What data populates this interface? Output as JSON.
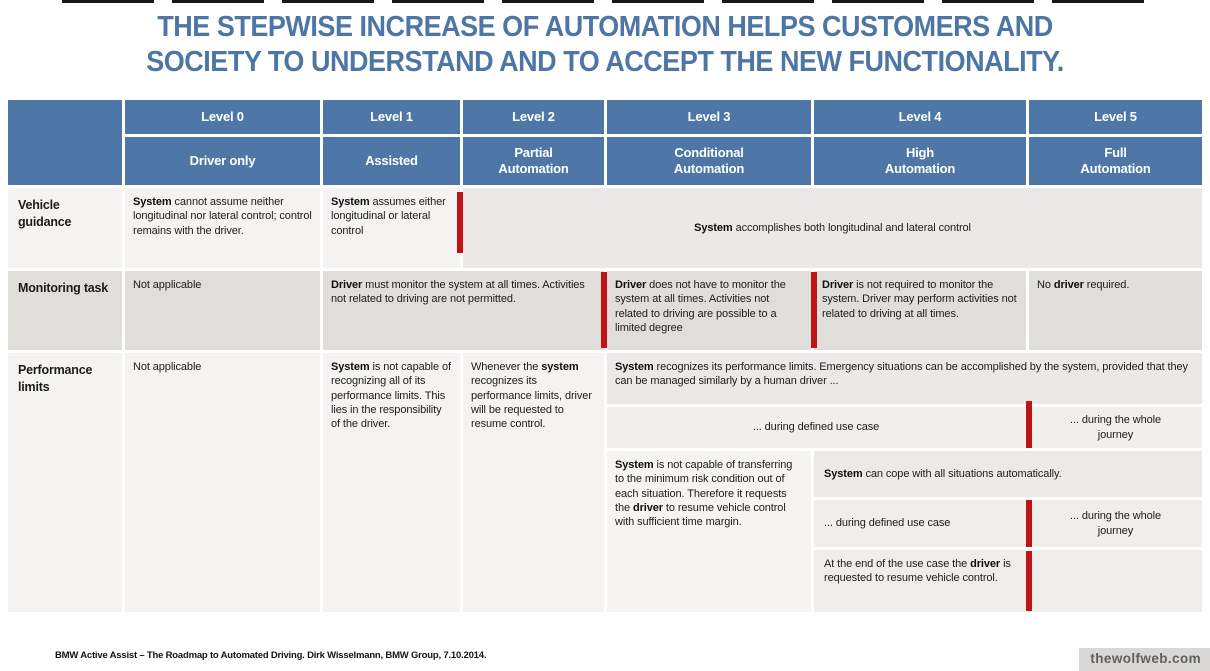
{
  "title": {
    "line1": "THE STEPWISE INCREASE OF AUTOMATION HELPS CUSTOMERS AND",
    "line2": "SOCIETY TO UNDERSTAND AND TO ACCEPT THE NEW FUNCTIONALITY."
  },
  "colors": {
    "title_blue": "#4d76a6",
    "header_blue": "#4e76a7",
    "handover_red": "#bf1317"
  },
  "table": {
    "levels": [
      {
        "level": "Level 0",
        "name": "Driver only"
      },
      {
        "level": "Level 1",
        "name": "Assisted"
      },
      {
        "level": "Level 2",
        "name": "Partial\nAutomation"
      },
      {
        "level": "Level 3",
        "name": "Conditional\nAutomation"
      },
      {
        "level": "Level 4",
        "name": "High\nAutomation"
      },
      {
        "level": "Level 5",
        "name": "Full\nAutomation"
      }
    ],
    "rows": {
      "vehicle_guidance": {
        "label": "Vehicle\nguidance",
        "l0": "**System** cannot assume neither longitudinal nor lateral control; control remains with the driver.",
        "l1": "**System** assumes either longitudinal or lateral control",
        "l2to5": "**System** accomplishes both longitudinal and lateral control"
      },
      "monitoring_task": {
        "label": "Monitoring task",
        "l0": "Not applicable",
        "l1to2": "**Driver** must monitor the system at all times. Activities not related to driving are not permitted.",
        "l3": "**Driver** does not have to monitor the system at all times. Activities not related to driving are possible to a limited degree",
        "l4": "**Driver** is not required to monitor the system. Driver may perform activities not related to driving at all times.",
        "l5": "No **driver** required."
      },
      "performance_limits": {
        "label": "Performance\nlimits",
        "l0": "Not applicable",
        "l1": "**System** is not capable of recognizing all of its performance limits. This lies in the responsibility of the driver.",
        "l2": "Whenever the **system** recognizes its performance limits, driver will be requested to resume control.",
        "l3to5_recognize": "**System** recognizes its performance limits. Emergency situations can be accomplished by the system, provided that they can be managed similarly by a human driver ...",
        "l3to4_defined_use_case": "... during defined use case",
        "l5_whole_journey": "... during the whole\njourney",
        "l3_transfer": "**System** is not capable of transferring to the minimum risk condition out of each situation. Therefore it requests the **driver** to resume vehicle control with sufficient time margin.",
        "l4to5_cope": "**System** can cope with all situations automatically.",
        "l4_defined_use_case": "... during defined use case",
        "l5_whole_journey_2": "... during the whole\njourney",
        "l4_end_of_use_case": "At the end of the use case the **driver** is requested to resume vehicle control."
      }
    }
  },
  "footer": {
    "source": "BMW Active Assist – The Roadmap to Automated Driving. Dirk Wisselmann, BMW Group, 7.10.2014."
  },
  "watermark": {
    "text": "thewolfweb.com"
  }
}
